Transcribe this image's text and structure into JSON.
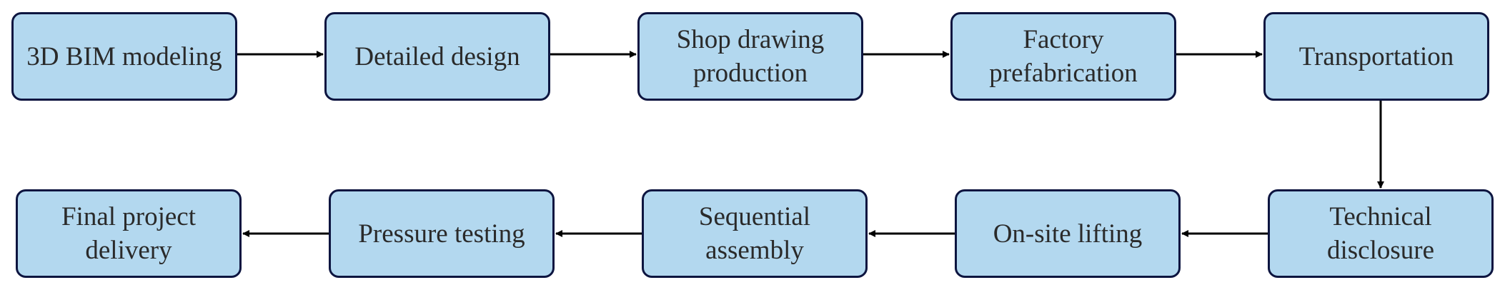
{
  "colors": {
    "box_fill": "#b3d8ef",
    "box_border": "#0d1540",
    "arrow": "#000000",
    "text": "#2a2a2a"
  },
  "steps": [
    {
      "line1": "3D BIM modeling",
      "line2": ""
    },
    {
      "line1": "Detailed design",
      "line2": ""
    },
    {
      "line1": "Shop drawing",
      "line2": "production"
    },
    {
      "line1": "Factory",
      "line2": "prefabrication"
    },
    {
      "line1": "Transportation",
      "line2": ""
    },
    {
      "line1": "Technical",
      "line2": "disclosure"
    },
    {
      "line1": "On-site lifting",
      "line2": ""
    },
    {
      "line1": "Sequential",
      "line2": "assembly"
    },
    {
      "line1": "Pressure testing",
      "line2": ""
    },
    {
      "line1": "Final project",
      "line2": "delivery"
    }
  ]
}
